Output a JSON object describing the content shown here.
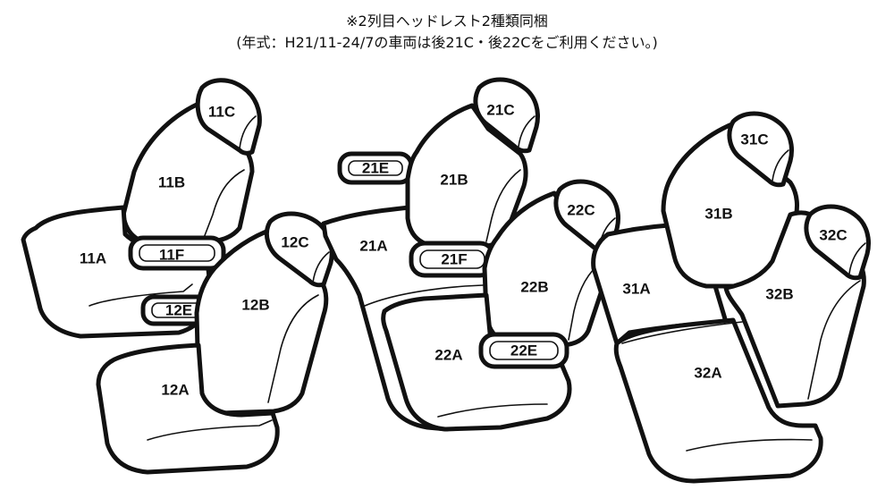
{
  "notes": {
    "line1": "※2列目ヘッドレスト2種類同梱",
    "line2": "(年式：H21/11-24/7の車両は後21C・後22Cをご利用ください。)"
  },
  "labels": {
    "p11A": "11A",
    "p11B": "11B",
    "p11C": "11C",
    "p11F": "11F",
    "p12A": "12A",
    "p12B": "12B",
    "p12C": "12C",
    "p12E": "12E",
    "p21A": "21A",
    "p21B": "21B",
    "p21C": "21C",
    "p21E": "21E",
    "p21F": "21F",
    "p22A": "22A",
    "p22B": "22B",
    "p22C": "22C",
    "p22E": "22E",
    "p31A": "31A",
    "p31B": "31B",
    "p31C": "31C",
    "p32A": "32A",
    "p32B": "32B",
    "p32C": "32C"
  },
  "colors": {
    "line": "#111111",
    "fill": "#ffffff"
  }
}
